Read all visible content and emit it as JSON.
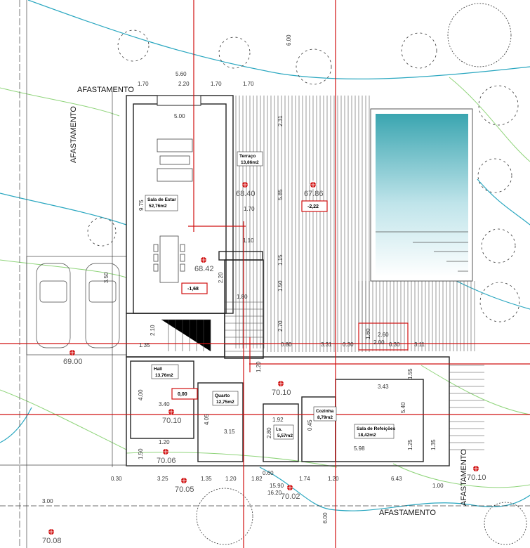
{
  "setback_labels": {
    "top": "AFASTAMENTO",
    "left": "AFASTAMENTO",
    "bottom": "AFASTAMENTO",
    "right": "AFASTAMENTO"
  },
  "rooms": [
    {
      "name": "Sala de Estar",
      "area": "52,76m2"
    },
    {
      "name": "Terraço",
      "area": "13,86m2"
    },
    {
      "name": "Hall",
      "area": "13,76m2"
    },
    {
      "name": "Quarto",
      "area": "12,75m2"
    },
    {
      "name": "I.s.",
      "area": "5,57m2"
    },
    {
      "name": "Cozinha",
      "area": "8,79m2"
    },
    {
      "name": "Sala de Refeições",
      "area": "18,42m2"
    }
  ],
  "elevations": [
    "68.40",
    "67.86",
    "68.42",
    "69.00",
    "70.10",
    "70.10",
    "70.08",
    "70.06",
    "70.05",
    "70.02",
    "70.10"
  ],
  "levels": [
    "-2,22",
    "-1,68",
    "0,00"
  ],
  "dimensions": [
    "5.60",
    "1.70",
    "2.20",
    "1.70",
    "1.70",
    "5.00",
    "9.75",
    "2.31",
    "5.85",
    "1.70",
    "1.10",
    "2.20",
    "1.15",
    "1.50",
    "1.80",
    "2.70",
    "6.00",
    "3.50",
    "2.10",
    "1.35",
    "0.80",
    "3.31",
    "0.30",
    "1.60",
    "2.60",
    "2.00",
    "0.30",
    "3.11",
    "1.20",
    "1.55",
    "3.43",
    "5.40",
    "4.00",
    "3.40",
    "4.05",
    "3.15",
    "1.92",
    "2.80",
    "0.45",
    "5.98",
    "1.25",
    "1.35",
    "1.20",
    "1.50",
    "0.30",
    "3.25",
    "1.35",
    "1.20",
    "1.82",
    "0.60",
    "1.74",
    "1.20",
    "6.43",
    "15.90",
    "16.20",
    "1.00",
    "3.00",
    "6.00"
  ],
  "colors": {
    "survey_lines": "#d01010",
    "contour_blue": "#2aa7c0",
    "contour_green": "#8fd47a",
    "pool": "#3aa5b0"
  }
}
